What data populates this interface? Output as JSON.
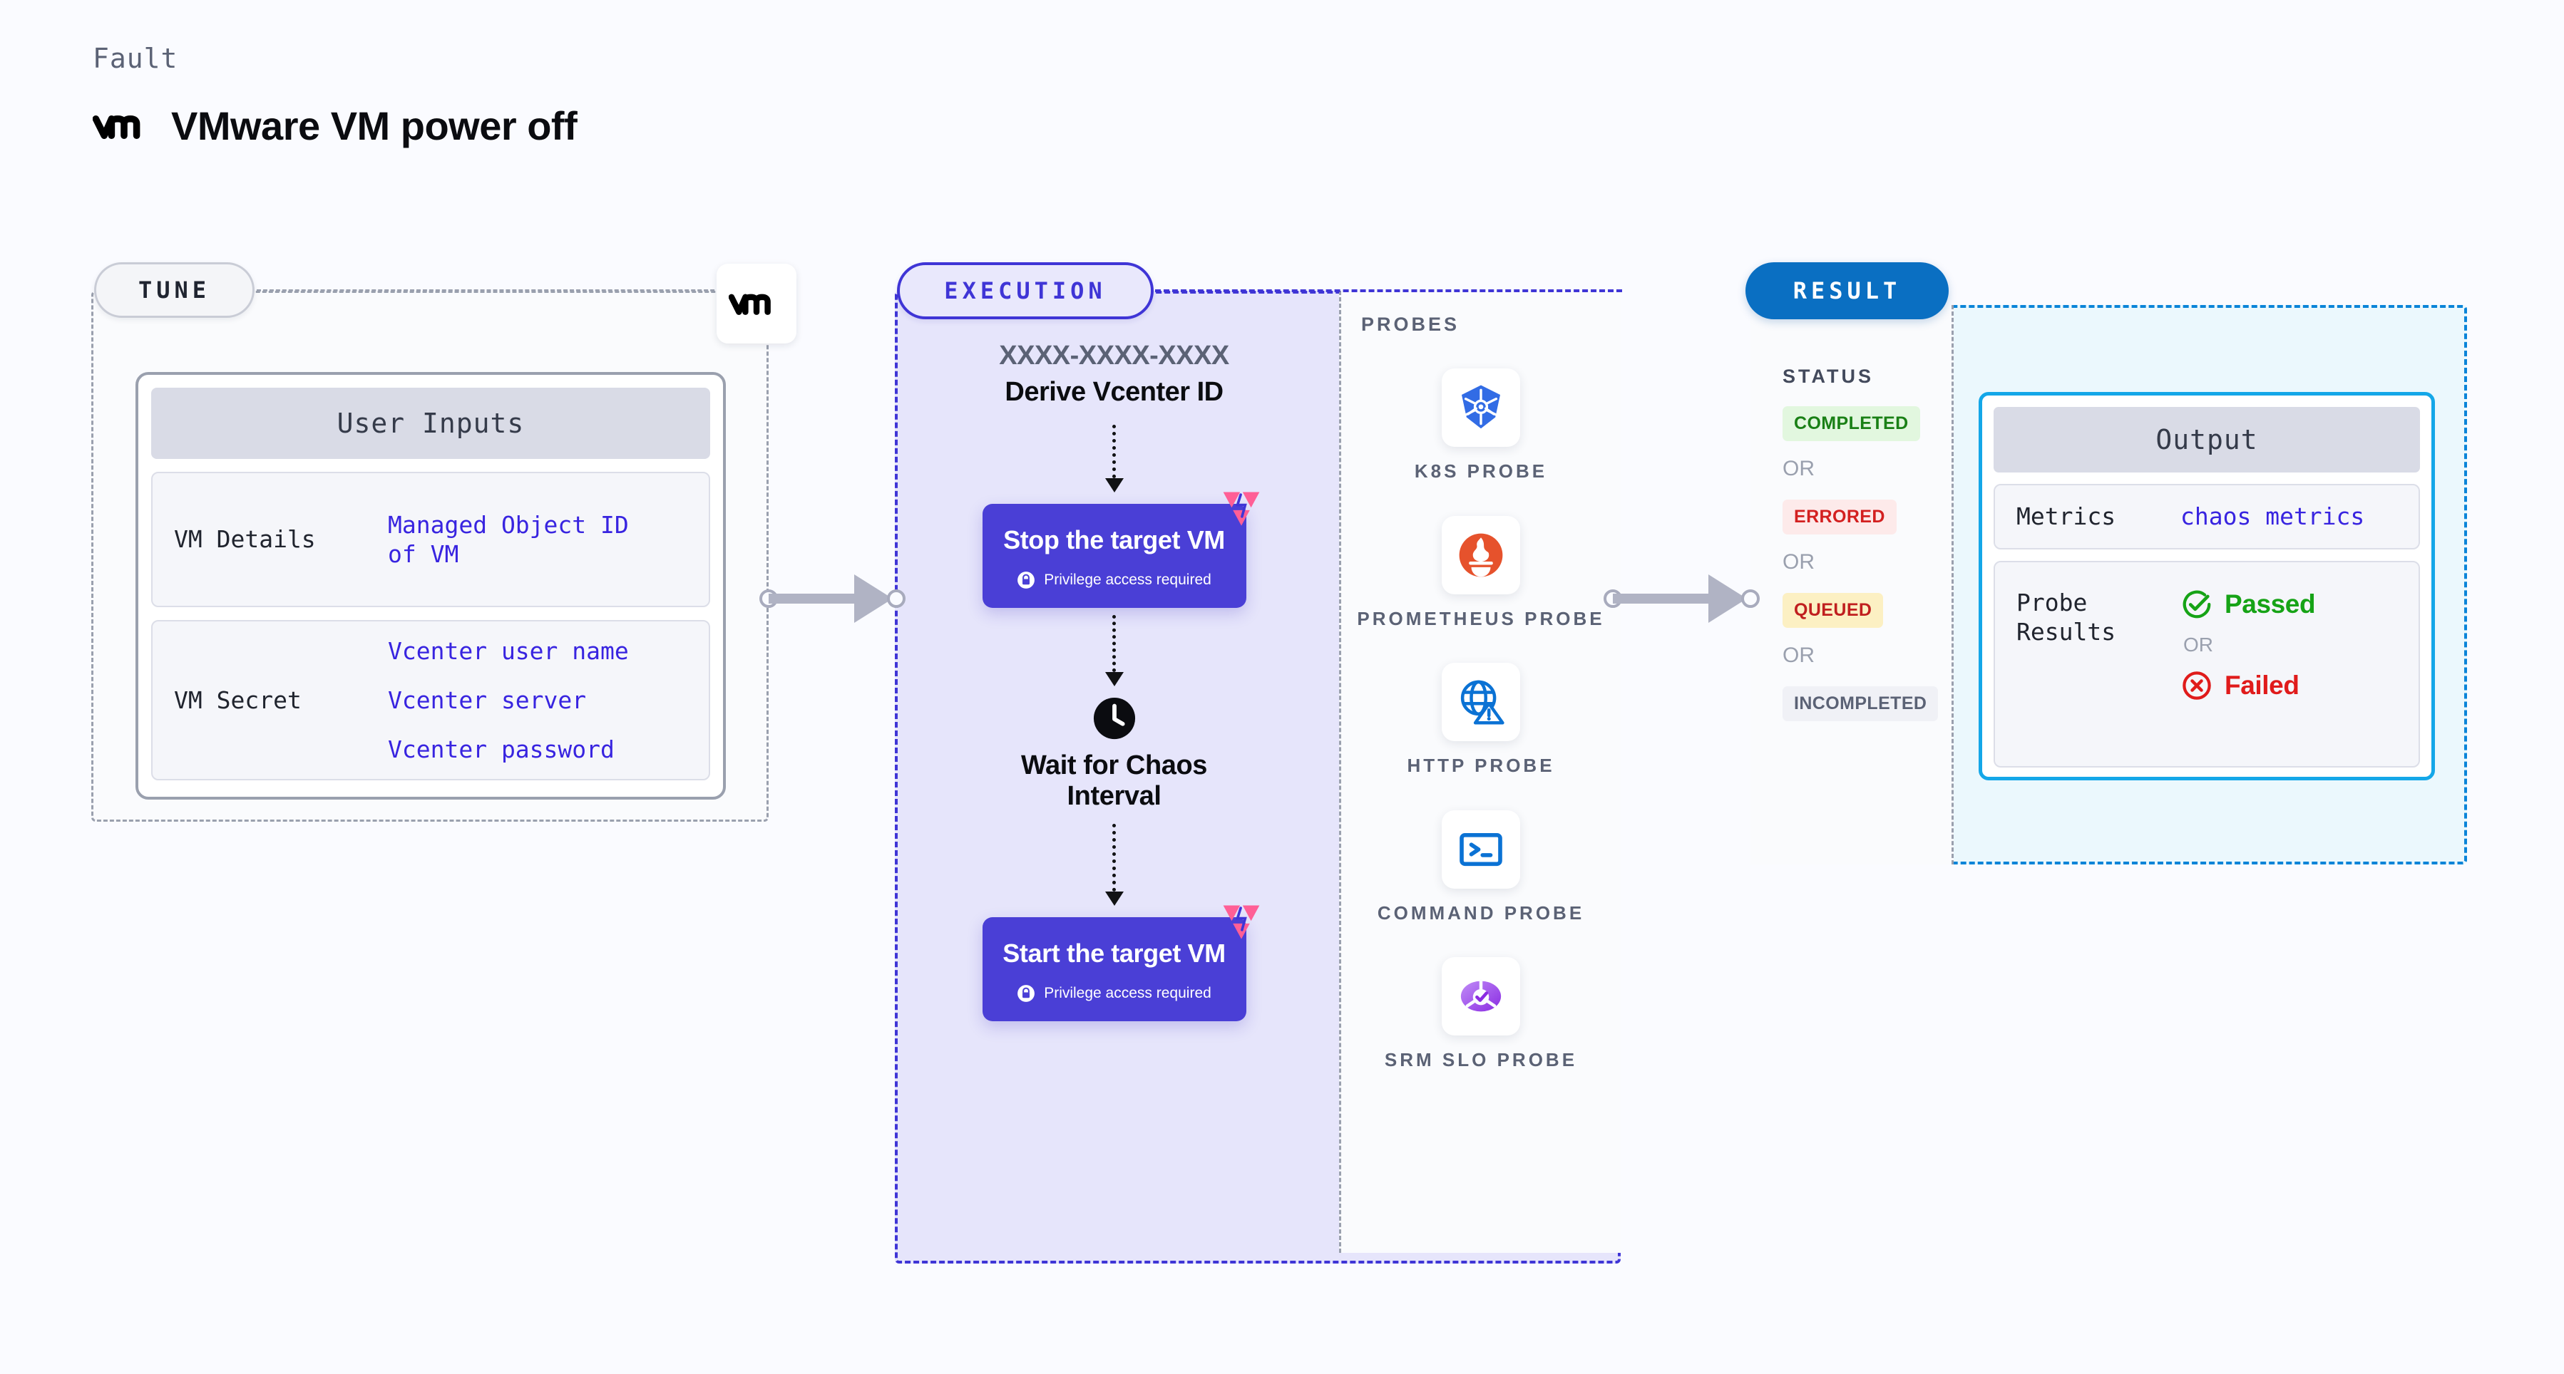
{
  "header": {
    "kicker": "Fault",
    "title": "VMware VM power off",
    "logo_icon": "vmware-vm-logo"
  },
  "tune": {
    "chip_label": "TUNE",
    "badge_icon": "vmware-vm-logo",
    "card_title": "User Inputs",
    "rows": [
      {
        "key": "VM Details",
        "values": [
          "Managed Object ID",
          "of VM"
        ]
      },
      {
        "key": "VM Secret",
        "values": [
          "Vcenter user name",
          "Vcenter server",
          "Vcenter password"
        ]
      }
    ]
  },
  "execution": {
    "chip_label": "EXECUTION",
    "derive_id": "XXXX-XXXX-XXXX",
    "derive_label": "Derive Vcenter ID",
    "stop_card": {
      "title": "Stop the target VM",
      "sub": "Privilege access required",
      "lock_icon": "lock-icon",
      "corner_icon": "litmus-chaos-icon"
    },
    "wait_step": {
      "icon": "clock-icon",
      "label_line1": "Wait for Chaos",
      "label_line2": "Interval"
    },
    "start_card": {
      "title": "Start the target VM",
      "sub": "Privilege access required",
      "lock_icon": "lock-icon",
      "corner_icon": "litmus-chaos-icon"
    }
  },
  "probes": {
    "title": "PROBES",
    "items": [
      {
        "label": "K8S PROBE",
        "icon": "kubernetes-icon"
      },
      {
        "label": "PROMETHEUS PROBE",
        "icon": "prometheus-icon"
      },
      {
        "label": "HTTP PROBE",
        "icon": "globe-warning-icon"
      },
      {
        "label": "COMMAND PROBE",
        "icon": "terminal-icon"
      },
      {
        "label": "SRM SLO PROBE",
        "icon": "srm-slo-icon"
      }
    ]
  },
  "result": {
    "chip_label": "RESULT",
    "status_title": "STATUS",
    "or_label": "OR",
    "statuses": [
      {
        "label": "COMPLETED",
        "bg": "#e2f7df",
        "fg": "#1a8016"
      },
      {
        "label": "ERRORED",
        "bg": "#fdeaea",
        "fg": "#d32020"
      },
      {
        "label": "QUEUED",
        "bg": "#fcf0c3",
        "fg": "#c01f1f"
      },
      {
        "label": "INCOMPLETED",
        "bg": "#f0f1f6",
        "fg": "#5b6275"
      }
    ],
    "output": {
      "title": "Output",
      "metrics_key": "Metrics",
      "metrics_value": "chaos metrics",
      "probe_results_key_line1": "Probe",
      "probe_results_key_line2": "Results",
      "passed_label": "Passed",
      "passed_icon": "check-circle-icon",
      "failed_label": "Failed",
      "failed_icon": "x-circle-icon",
      "or_label": "OR"
    }
  },
  "colors": {
    "page_bg": "#fafbff",
    "execution_accent": "#3f35d6",
    "execution_bg": "#e6e5fb",
    "result_accent": "#0a84d8",
    "result_bg": "#ebf8fd",
    "action_card": "#4a3fd6",
    "input_value": "#3824e0",
    "litmus_pink": "#ff5f96"
  }
}
